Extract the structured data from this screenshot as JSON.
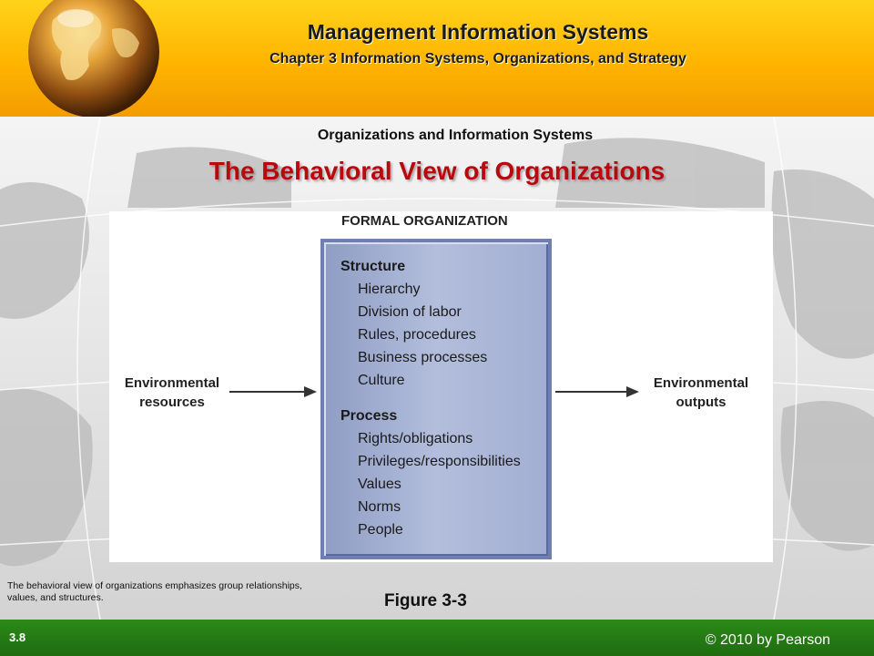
{
  "header": {
    "title": "Management Information Systems",
    "subtitle": "Chapter 3 Information Systems, Organizations, and Strategy"
  },
  "section_label": "Organizations and Information Systems",
  "heading": "The Behavioral View of Organizations",
  "figure": {
    "top_label": "FORMAL ORGANIZATION",
    "input_label": [
      "Environmental",
      "resources"
    ],
    "output_label": [
      "Environmental",
      "outputs"
    ],
    "structure": {
      "title": "Structure",
      "items": [
        "Hierarchy",
        "Division of labor",
        "Rules, procedures",
        "Business processes",
        "Culture"
      ]
    },
    "process": {
      "title": "Process",
      "items": [
        "Rights/obligations",
        "Privileges/responsibilities",
        "Values",
        "Norms",
        "People"
      ]
    }
  },
  "caption_note": "The behavioral view of organizations emphasizes group relationships, values, and structures.",
  "figure_number": "Figure 3-3",
  "footer": {
    "slide_number": "3.8",
    "copyright": "© 2010 by Pearson"
  },
  "colors": {
    "header_gold": "#ffb400",
    "heading_red": "#b8090f",
    "footer_green": "#1f6c10",
    "box_blue": "#a2aed2"
  }
}
